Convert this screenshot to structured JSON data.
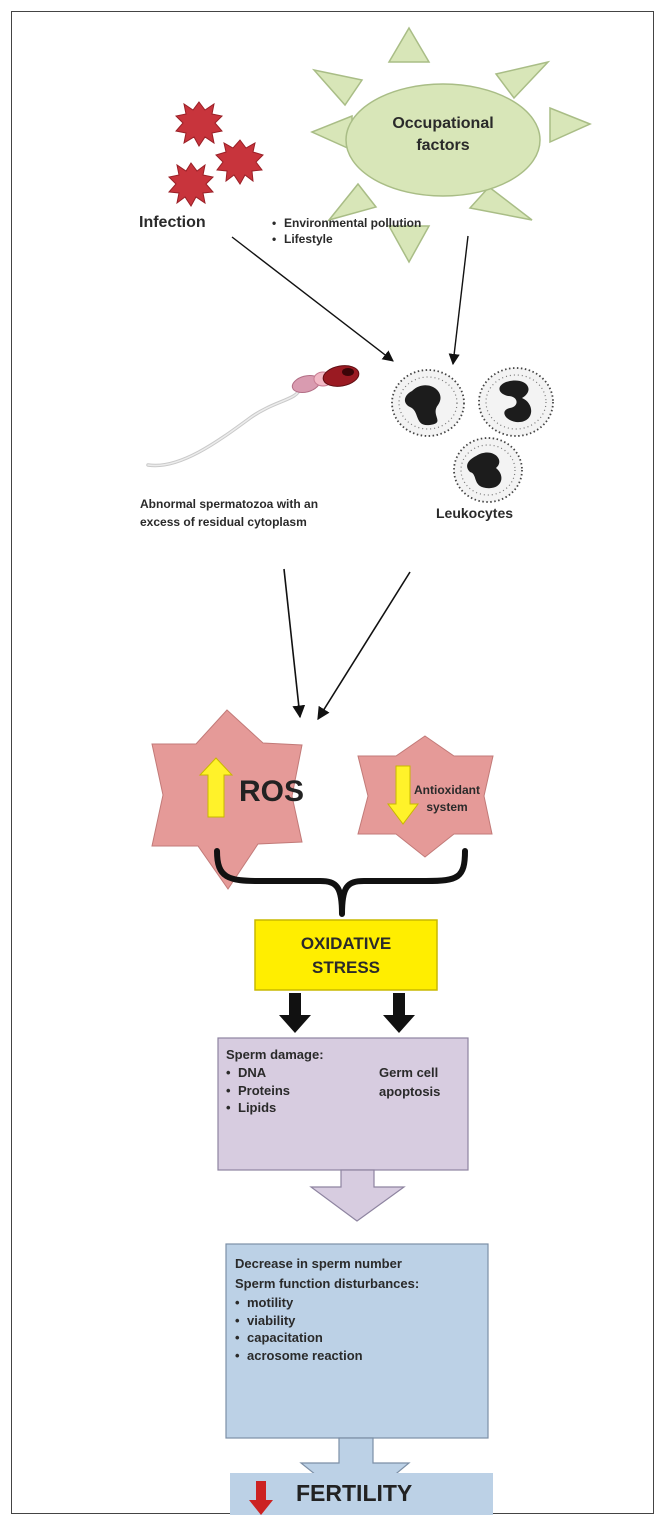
{
  "infection": {
    "label": "Infection"
  },
  "occupational": {
    "label_line1": "Occupational",
    "label_line2": "factors",
    "bullets": [
      "Environmental pollution",
      "Lifestyle"
    ]
  },
  "spermatozoa": {
    "label_line1": "Abnormal spermatozoa with an",
    "label_line2": "excess of residual cytoplasm"
  },
  "leukocytes": {
    "label": "Leukocytes"
  },
  "ros": {
    "label": "ROS"
  },
  "antioxidant": {
    "label_line1": "Antioxidant",
    "label_line2": "system"
  },
  "oxidative_stress": {
    "label_line1": "OXIDATIVE",
    "label_line2": "STRESS"
  },
  "damage_box": {
    "title": "Sperm damage:",
    "items": [
      "DNA",
      "Proteins",
      "Lipids"
    ],
    "apoptosis_line1": "Germ cell",
    "apoptosis_line2": "apoptosis"
  },
  "function_box": {
    "line1": "Decrease in sperm number",
    "line2": "Sperm function disturbances:",
    "items": [
      "motility",
      "viability",
      "capacitation",
      "acrosome reaction"
    ]
  },
  "fertility": {
    "label": "FERTILITY"
  },
  "colors": {
    "star_red": "#c8343c",
    "sun_green": "#d8e6b8",
    "star_pink": "#e59a98",
    "arrow_yellow": "#fff22a",
    "oxidative_yellow": "#ffee00",
    "lavender": "#d7cce0",
    "light_blue": "#bcd1e6",
    "fertility_arrow": "#cc2222"
  }
}
